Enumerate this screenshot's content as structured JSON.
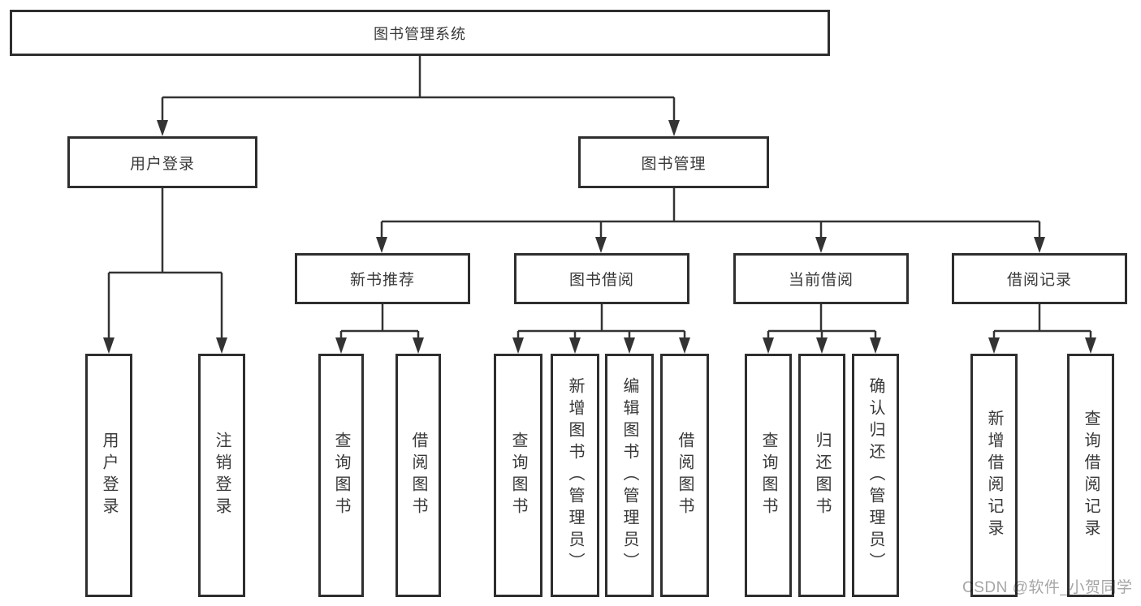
{
  "tree": {
    "root": "图书管理系统",
    "level2": [
      {
        "label": "用户登录",
        "children": [
          "用户登录",
          "注销登录"
        ]
      },
      {
        "label": "图书管理",
        "children": [
          {
            "label": "新书推荐",
            "children": [
              "查询图书",
              "借阅图书"
            ]
          },
          {
            "label": "图书借阅",
            "children": [
              "查询图书",
              "新增图书（管理员）",
              "编辑图书（管理员）",
              "借阅图书"
            ]
          },
          {
            "label": "当前借阅",
            "children": [
              "查询图书",
              "归还图书",
              "确认归还（管理员）"
            ]
          },
          {
            "label": "借阅记录",
            "children": [
              "新增借阅记录",
              "查询借阅记录"
            ]
          }
        ]
      }
    ]
  },
  "watermark": "CSDN @软件_小贺同学",
  "colors": {
    "line": "#333333",
    "arrow": "#333333",
    "box_border": "#2e2e2e",
    "text": "#383838",
    "watermark": "#a6a6a6",
    "background": "#ffffff"
  }
}
